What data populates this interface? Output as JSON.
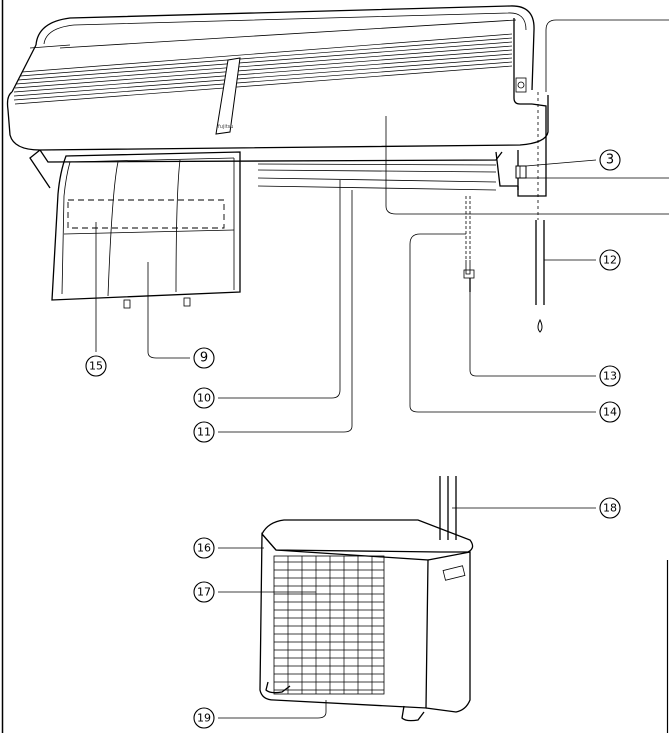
{
  "brand_mark": "fujitsu",
  "callouts": [
    {
      "id": "c3",
      "label": "3"
    },
    {
      "id": "c9",
      "label": "9"
    },
    {
      "id": "c10",
      "label": "10"
    },
    {
      "id": "c11",
      "label": "11"
    },
    {
      "id": "c12",
      "label": "12"
    },
    {
      "id": "c13",
      "label": "13"
    },
    {
      "id": "c14",
      "label": "14"
    },
    {
      "id": "c15",
      "label": "15"
    },
    {
      "id": "c16",
      "label": "16"
    },
    {
      "id": "c17",
      "label": "17"
    },
    {
      "id": "c18",
      "label": "18"
    },
    {
      "id": "c19",
      "label": "19"
    }
  ]
}
